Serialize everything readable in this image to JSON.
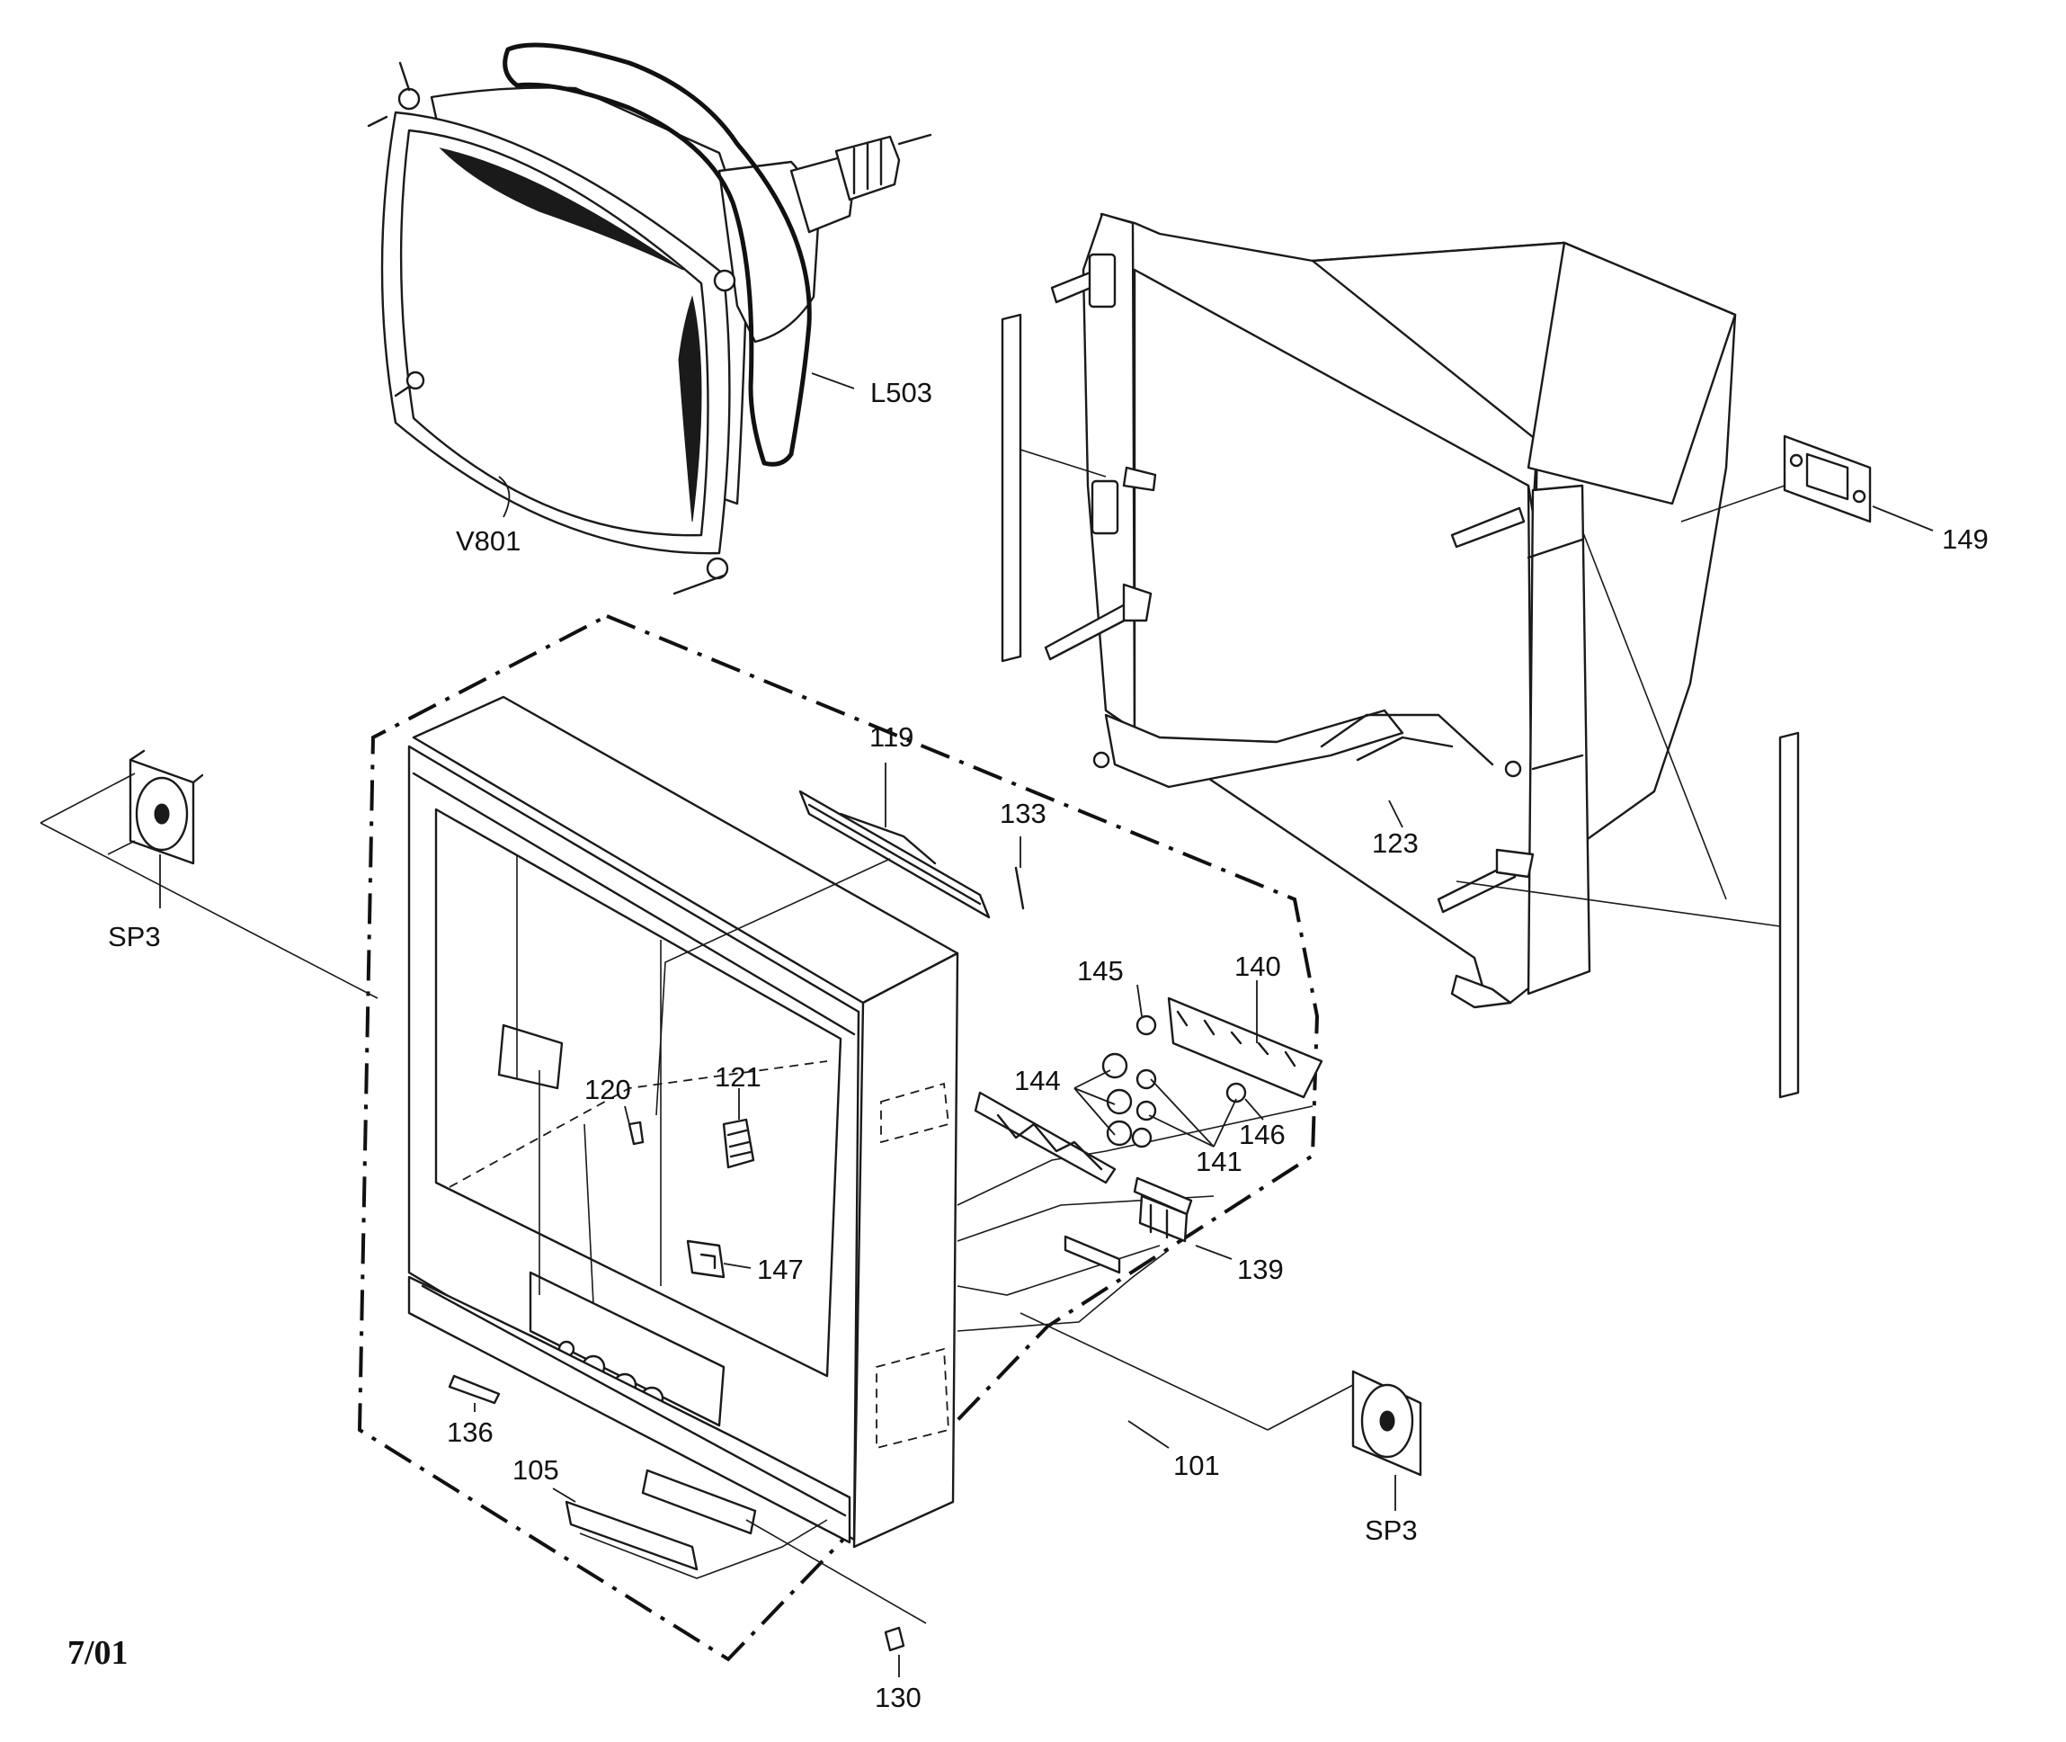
{
  "labels": {
    "v801": "V801",
    "l503": "L503",
    "sp3_left": "SP3",
    "sp3_right": "SP3",
    "p149": "149",
    "p123": "123",
    "p119": "119",
    "p133": "133",
    "p145": "145",
    "p140": "140",
    "p144": "144",
    "p146": "146",
    "p141": "141",
    "p120": "120",
    "p121": "121",
    "p147": "147",
    "p139": "139",
    "p136": "136",
    "p105": "105",
    "p101": "101",
    "p130": "130"
  },
  "footer": {
    "date_code": "7/01"
  }
}
